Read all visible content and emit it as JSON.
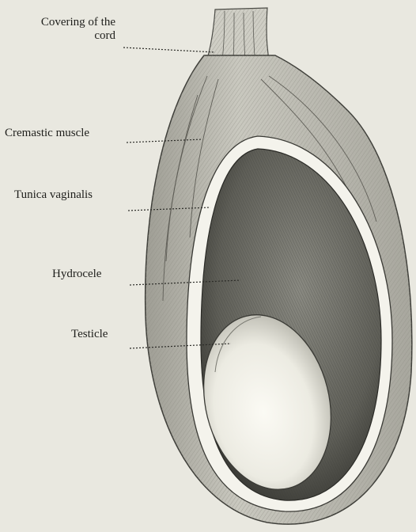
{
  "labels": {
    "covering_line1": "Covering of the",
    "covering_line2": "cord",
    "cremastic": "Cremastic muscle",
    "tunica": "Tunica vaginalis",
    "hydrocele": "Hydrocele",
    "testicle": "Testicle"
  },
  "colors": {
    "background": "#e9e8e0",
    "ink": "#1f1f1c",
    "outer_sac": "#b9b8ae",
    "tunica": "#f4f3ec",
    "cavity": "#6d6d66",
    "testicle": "#f1f0e8"
  }
}
